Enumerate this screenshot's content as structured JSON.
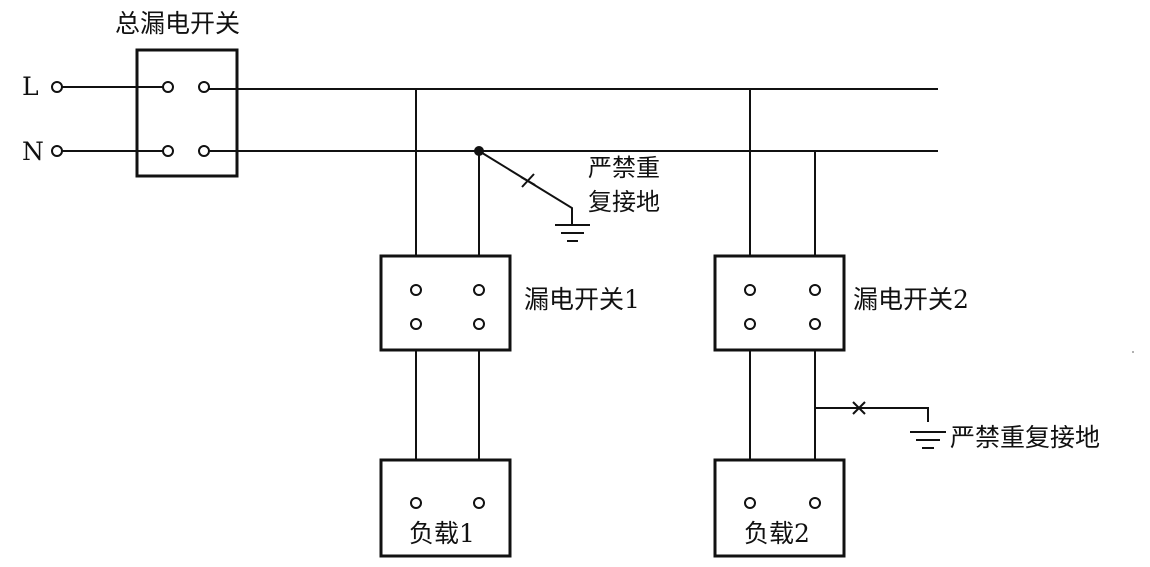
{
  "main_switch": {
    "label": "总漏电开关"
  },
  "terminals": {
    "line": "L",
    "neutral": "N"
  },
  "branch_switch_1": {
    "label": "漏电开关1"
  },
  "branch_switch_2": {
    "label": "漏电开关2"
  },
  "load_1": {
    "label": "负载1"
  },
  "load_2": {
    "label": "负载2"
  },
  "warning_1": {
    "line1": "严禁重",
    "line2": "复接地"
  },
  "warning_2": {
    "label": "严禁重复接地"
  }
}
